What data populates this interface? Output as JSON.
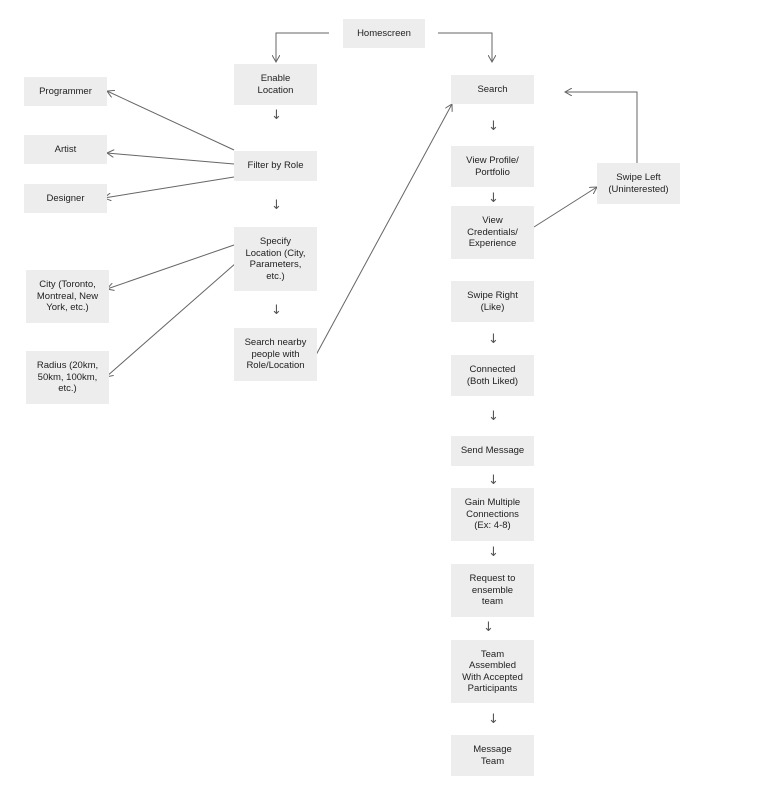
{
  "nodes": {
    "homescreen": "Homescreen",
    "enable_location": "Enable\nLocation",
    "programmer": "Programmer",
    "artist": "Artist",
    "designer": "Designer",
    "filter_by_role": "Filter by Role",
    "specify_location": "Specify\nLocation (City,\nParameters,\netc.)",
    "city": "City (Toronto,\nMontreal, New\nYork, etc.)",
    "radius": "Radius (20km,\n50km, 100km,\netc.)",
    "search_nearby": "Search nearby\npeople with\nRole/Location",
    "search": "Search",
    "view_profile": "View Profile/\nPortfolio",
    "view_credentials": "View\nCredentials/\nExperience",
    "swipe_left": "Swipe Left\n(Uninterested)",
    "swipe_right": "Swipe Right\n(Like)",
    "connected": "Connected\n(Both Liked)",
    "send_message": "Send Message",
    "gain_connections": "Gain Multiple\nConnections\n(Ex: 4-8)",
    "request_team": "Request to\nensemble\nteam",
    "team_assembled": "Team\nAssembled\nWith Accepted\nParticipants",
    "message_team": "Message\nTeam"
  },
  "down_arrow_glyph": "↓",
  "colors": {
    "node_fill": "#ededed",
    "edge": "#666666",
    "text": "#222222"
  }
}
